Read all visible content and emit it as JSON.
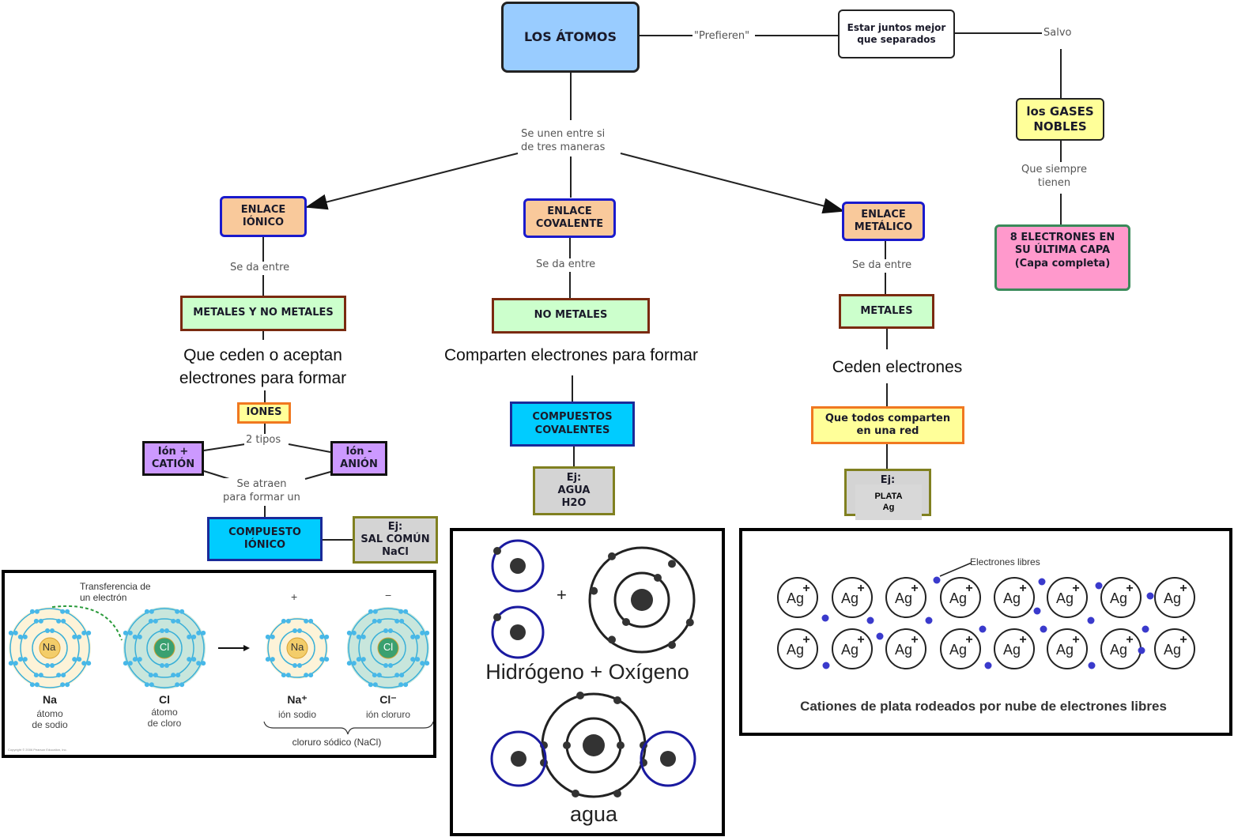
{
  "concept_map": {
    "root": "LOS ÁTOMOS",
    "link_prefieren": "\"Prefieren\"",
    "prefer_node": "Estar juntos mejor\nque separados",
    "link_salvo": "Salvo",
    "noble_gases": "los GASES\nNOBLES",
    "link_siempre": "Que siempre\ntienen",
    "eight_electrons": "8 ELECTRONES EN\nSU ÚLTIMA CAPA\n(Capa completa)",
    "link_three_ways": "Se unen entre si\nde tres maneras",
    "ionic": {
      "bond": "ENLACE\nIÓNICO",
      "link_between": "Se da entre",
      "between": "METALES Y NO METALES",
      "description": "Que ceden o aceptan\nelectrones para formar",
      "ions": "IONES",
      "link_types": "2 tipos",
      "cation": "Ión +\nCATIÓN",
      "anion": "Ión -\nANIÓN",
      "link_attract": "Se atraen\npara formar un",
      "compound": "COMPUESTO\nIÓNICO",
      "example": "Ej:\nSAL COMÚN\nNaCl"
    },
    "covalent": {
      "bond": "ENLACE\nCOVALENTE",
      "link_between": "Se da entre",
      "between": "NO METALES",
      "description": "Comparten electrones para formar",
      "compound": "COMPUESTOS\nCOVALENTES",
      "example": "Ej:\nAGUA\nH2O"
    },
    "metallic": {
      "bond": "ENLACE\nMETÁLICO",
      "link_between": "Se da entre",
      "between": "METALES",
      "description": "Ceden electrones",
      "network": "Que todos comparten\nen una red",
      "example_label": "Ej:",
      "example_value": "PLATA\nAg"
    }
  },
  "ionic_figure": {
    "transfer_label": "Transferencia de\nun electrón",
    "na_symbol": "Na",
    "cl_symbol": "Cl",
    "na_atom_name": "Na",
    "na_atom_desc": "átomo\nde sodio",
    "cl_atom_name": "Cl",
    "cl_atom_desc": "átomo\nde cloro",
    "na_ion_name": "Na⁺",
    "na_ion_desc": "ión sodio",
    "cl_ion_name": "Cl⁻",
    "cl_ion_desc": "ión cloruro",
    "plus_sign": "+",
    "minus_sign": "−",
    "compound_label": "cloruro sódico (NaCl)",
    "copyright": "Copyright © 2006 Pearson Education, Inc."
  },
  "covalent_figure": {
    "plus": "+",
    "reactants_label": "Hidrógeno + Oxígeno",
    "product_label": "agua"
  },
  "metallic_figure": {
    "ion_label": "Ag",
    "ion_charge": "+",
    "free_electrons_label": "Electrones libres",
    "caption": "Cationes de plata rodeados por nube de electrones libres"
  },
  "colors": {
    "root_fill": "#99ccff",
    "bond_fill": "#f9c99b",
    "bond_border": "#1a1acc",
    "green_fill": "#ccffcc",
    "green_border": "#7a2a10",
    "yellow_fill": "#ffff99",
    "orange_border": "#f07820",
    "purple_fill": "#cc99ff",
    "cyan_fill": "#00ccff",
    "cyan_border": "#1a2a99",
    "gray_fill": "#d4d4d4",
    "olive_border": "#808020",
    "pink_fill": "#ff99cc",
    "teal_border": "#3a8a5a"
  }
}
